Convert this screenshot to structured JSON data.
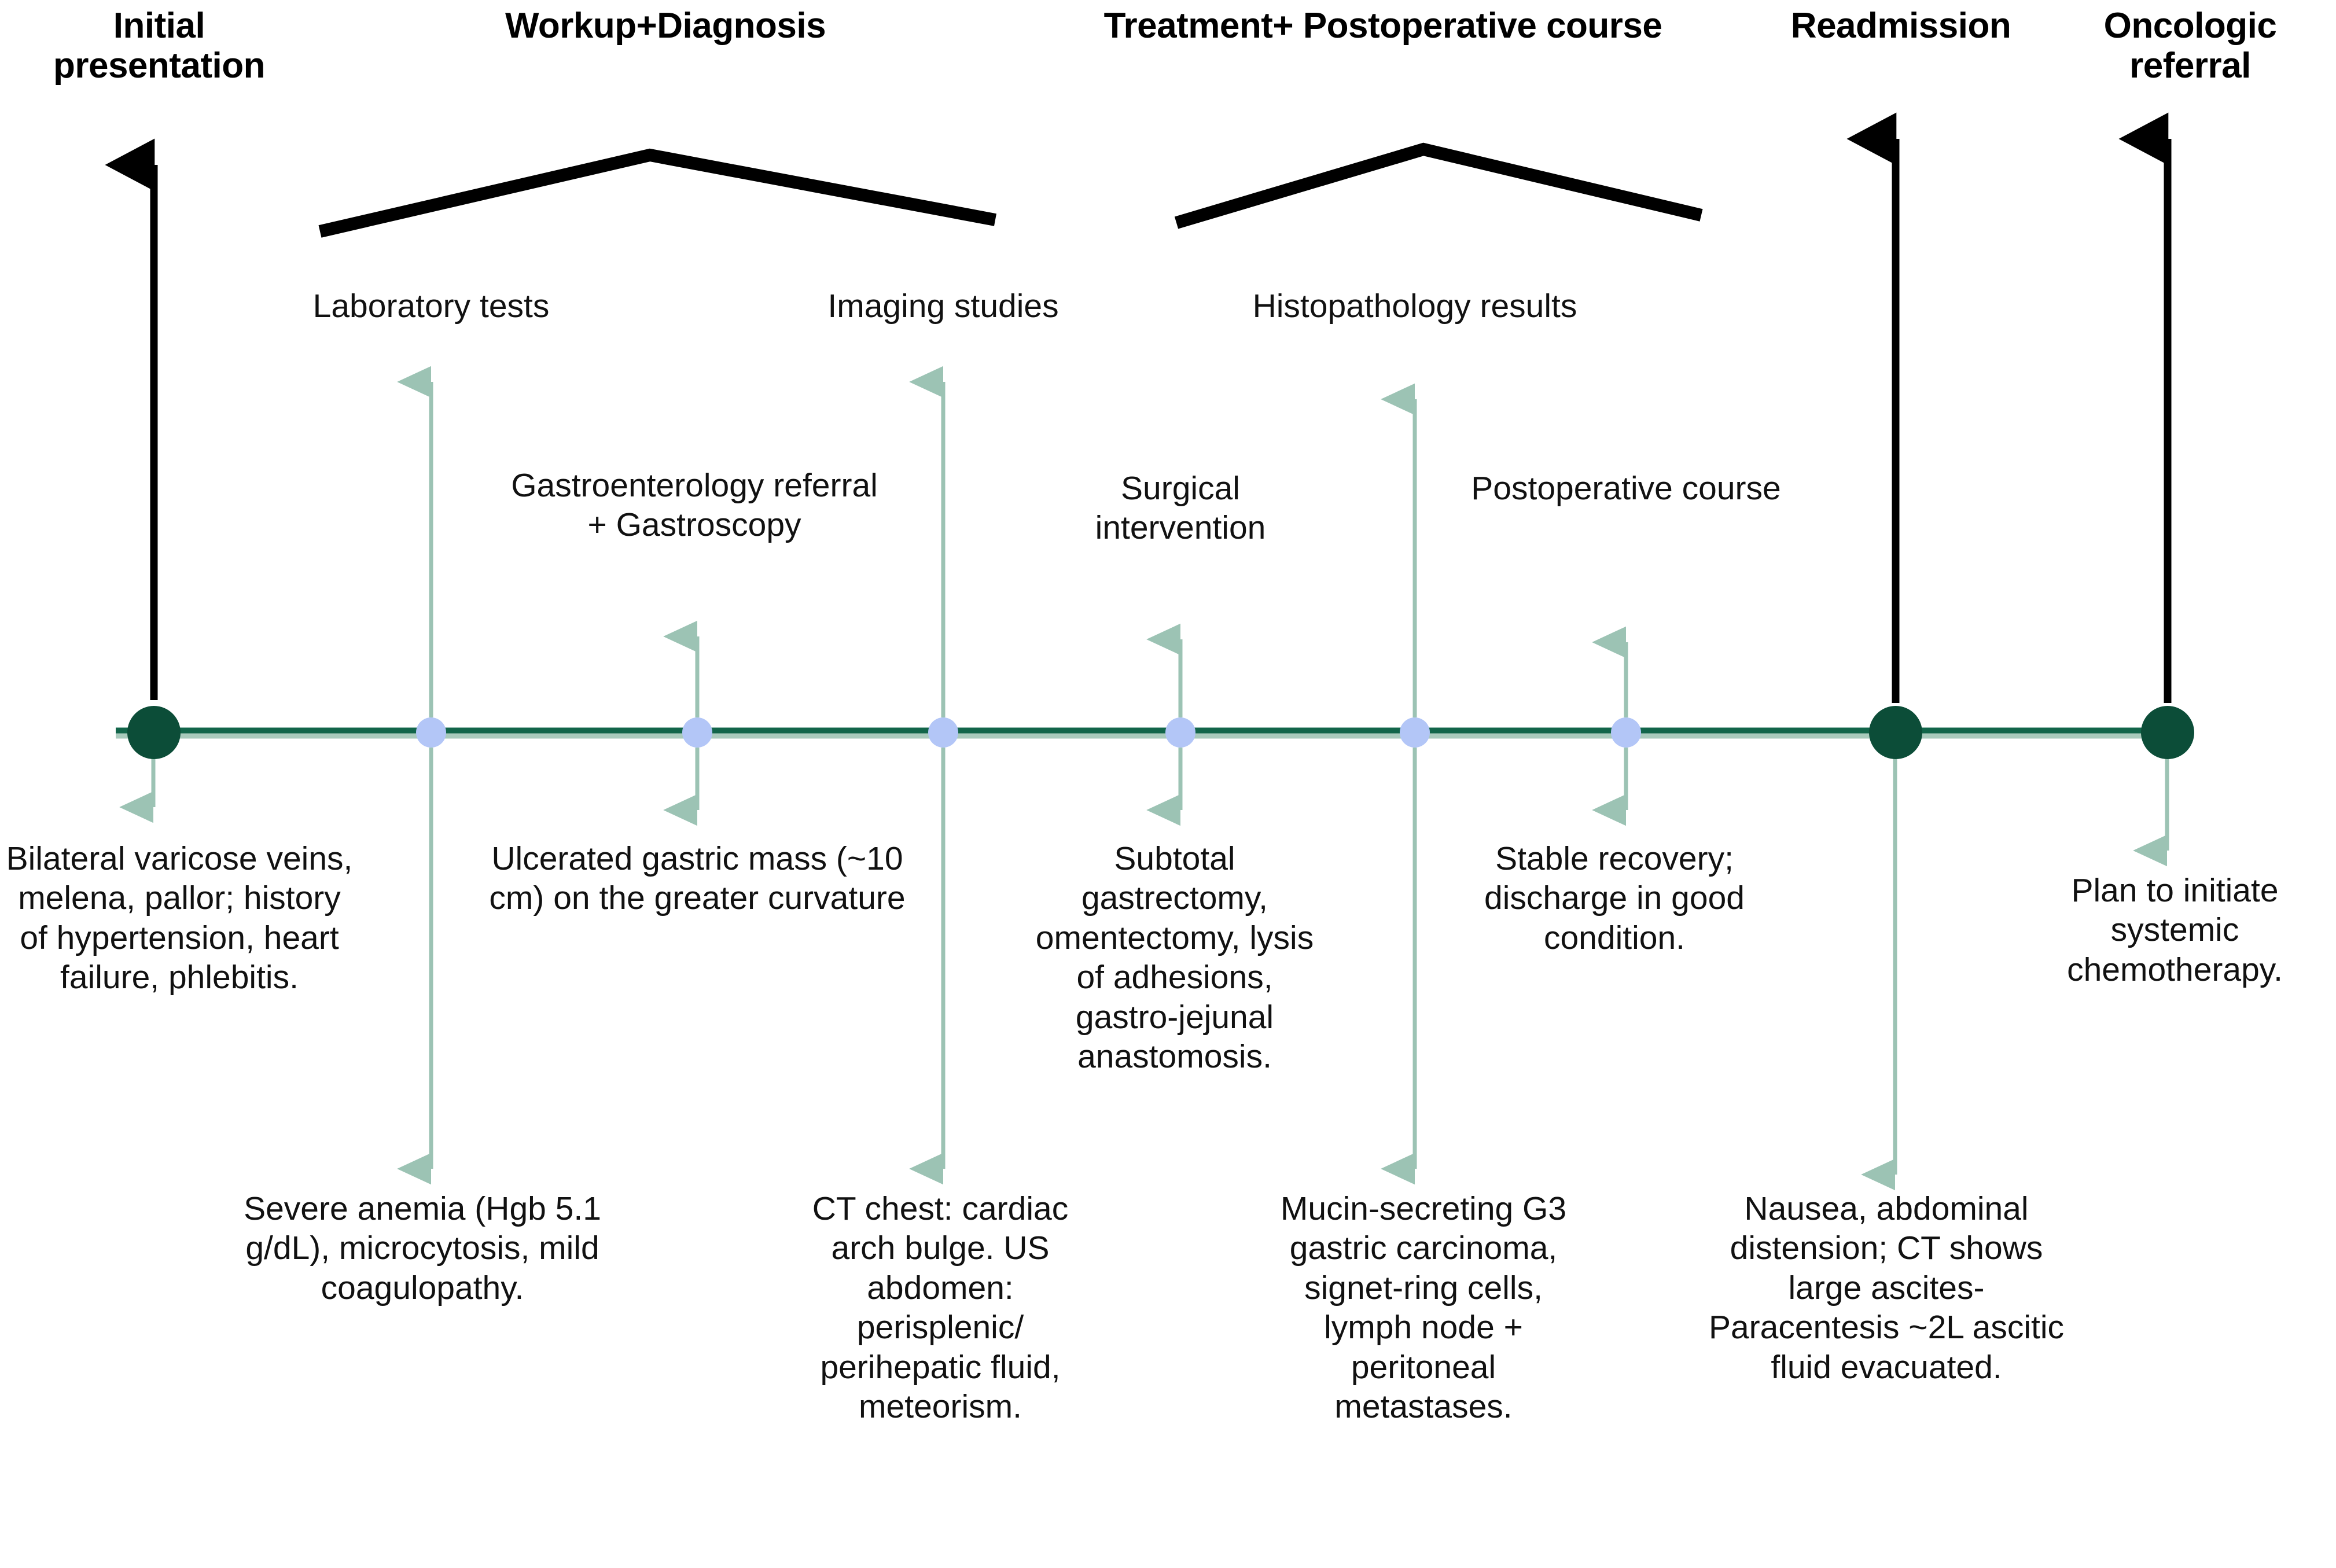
{
  "diagram": {
    "title": "Clinical course timeline",
    "colors": {
      "major_node": "#0c4d38",
      "minor_node": "#b3c6f7",
      "axis_dark": "#12654a",
      "axis_light": "#a9cabc",
      "connector": "#9cc3b4",
      "bracket": "#000000",
      "text": "#111111"
    }
  },
  "phases": [
    {
      "id": "initial",
      "label": "Initial\npresentation"
    },
    {
      "id": "workup",
      "label": "Workup+Diagnosis"
    },
    {
      "id": "treatment",
      "label": "Treatment+ Postoperative course"
    },
    {
      "id": "readmission",
      "label": "Readmission"
    },
    {
      "id": "oncology",
      "label": "Oncologic\nreferral"
    }
  ],
  "phase_labels": {
    "initial_line1": "Initial",
    "initial_line2": "presentation",
    "workup": "Workup+Diagnosis",
    "treatment": "Treatment+ Postoperative course",
    "readmission": "Readmission",
    "oncologic_line1": "Oncologic",
    "oncologic_line2": "referral"
  },
  "events": [
    {
      "id": "initial-presentation",
      "node_type": "major",
      "above_label": "",
      "below_label": "Bilateral varicose veins, melena, pallor; history of hypertension, heart failure, phlebitis."
    },
    {
      "id": "laboratory-tests",
      "node_type": "minor",
      "above_label": "Laboratory tests",
      "below_label": "Severe anemia (Hgb 5.1 g/dL), microcytosis, mild coagulopathy."
    },
    {
      "id": "gastroenterology-referral",
      "node_type": "minor",
      "above_label": "Gastroenterology referral + Gastroscopy",
      "below_label": "Ulcerated gastric mass (~10 cm) on the greater curvature"
    },
    {
      "id": "imaging-studies",
      "node_type": "minor",
      "above_label": "Imaging studies",
      "below_label": "CT chest: cardiac arch bulge. US abdomen: perisplenic/ perihepatic fluid, meteorism."
    },
    {
      "id": "surgical-intervention",
      "node_type": "minor",
      "above_label": "Surgical intervention",
      "below_label": "Subtotal gastrectomy, omentectomy, lysis of adhesions, gastro-jejunal anastomosis."
    },
    {
      "id": "histopathology-results",
      "node_type": "minor",
      "above_label": "Histopathology results",
      "below_label": "Mucin-secreting G3 gastric carcinoma, signet-ring cells, lymph node + peritoneal metastases."
    },
    {
      "id": "postoperative-course",
      "node_type": "minor",
      "above_label": "Postoperative course",
      "below_label": "Stable recovery; discharge in good condition."
    },
    {
      "id": "readmission",
      "node_type": "major",
      "above_label": "",
      "below_label": "Nausea, abdominal distension; CT shows large ascites- Paracentesis ~2L ascitic fluid evacuated."
    },
    {
      "id": "oncologic-referral",
      "node_type": "major",
      "above_label": "",
      "below_label": "Plan to initiate systemic chemotherapy."
    }
  ],
  "detail_texts": {
    "initial_presentation": "Bilateral varicose veins, melena, pallor; history of hypertension, heart failure, phlebitis.",
    "laboratory_tests_title": "Laboratory tests",
    "laboratory_tests_detail": "Severe anemia (Hgb 5.1 g/dL), microcytosis, mild coagulopathy.",
    "gastro_title": "Gastroenterology referral + Gastroscopy",
    "gastro_detail": "Ulcerated gastric mass (~10 cm) on the greater curvature",
    "imaging_title": "Imaging studies",
    "imaging_detail": "CT chest: cardiac arch bulge. US abdomen: perisplenic/ perihepatic fluid, meteorism.",
    "surgery_title": "Surgical intervention",
    "surgery_detail": "Subtotal gastrectomy, omentectomy, lysis of adhesions, gastro-jejunal anastomosis.",
    "histo_title": "Histopathology results",
    "histo_detail": "Mucin-secreting G3 gastric carcinoma, signet-ring cells, lymph node + peritoneal metastases.",
    "postop_title": "Postoperative course",
    "postop_detail": "Stable recovery; discharge in good condition.",
    "readmission_detail": "Nausea, abdominal distension; CT shows large ascites- Paracentesis ~2L ascitic fluid evacuated.",
    "oncologic_detail": "Plan to initiate systemic chemotherapy."
  }
}
